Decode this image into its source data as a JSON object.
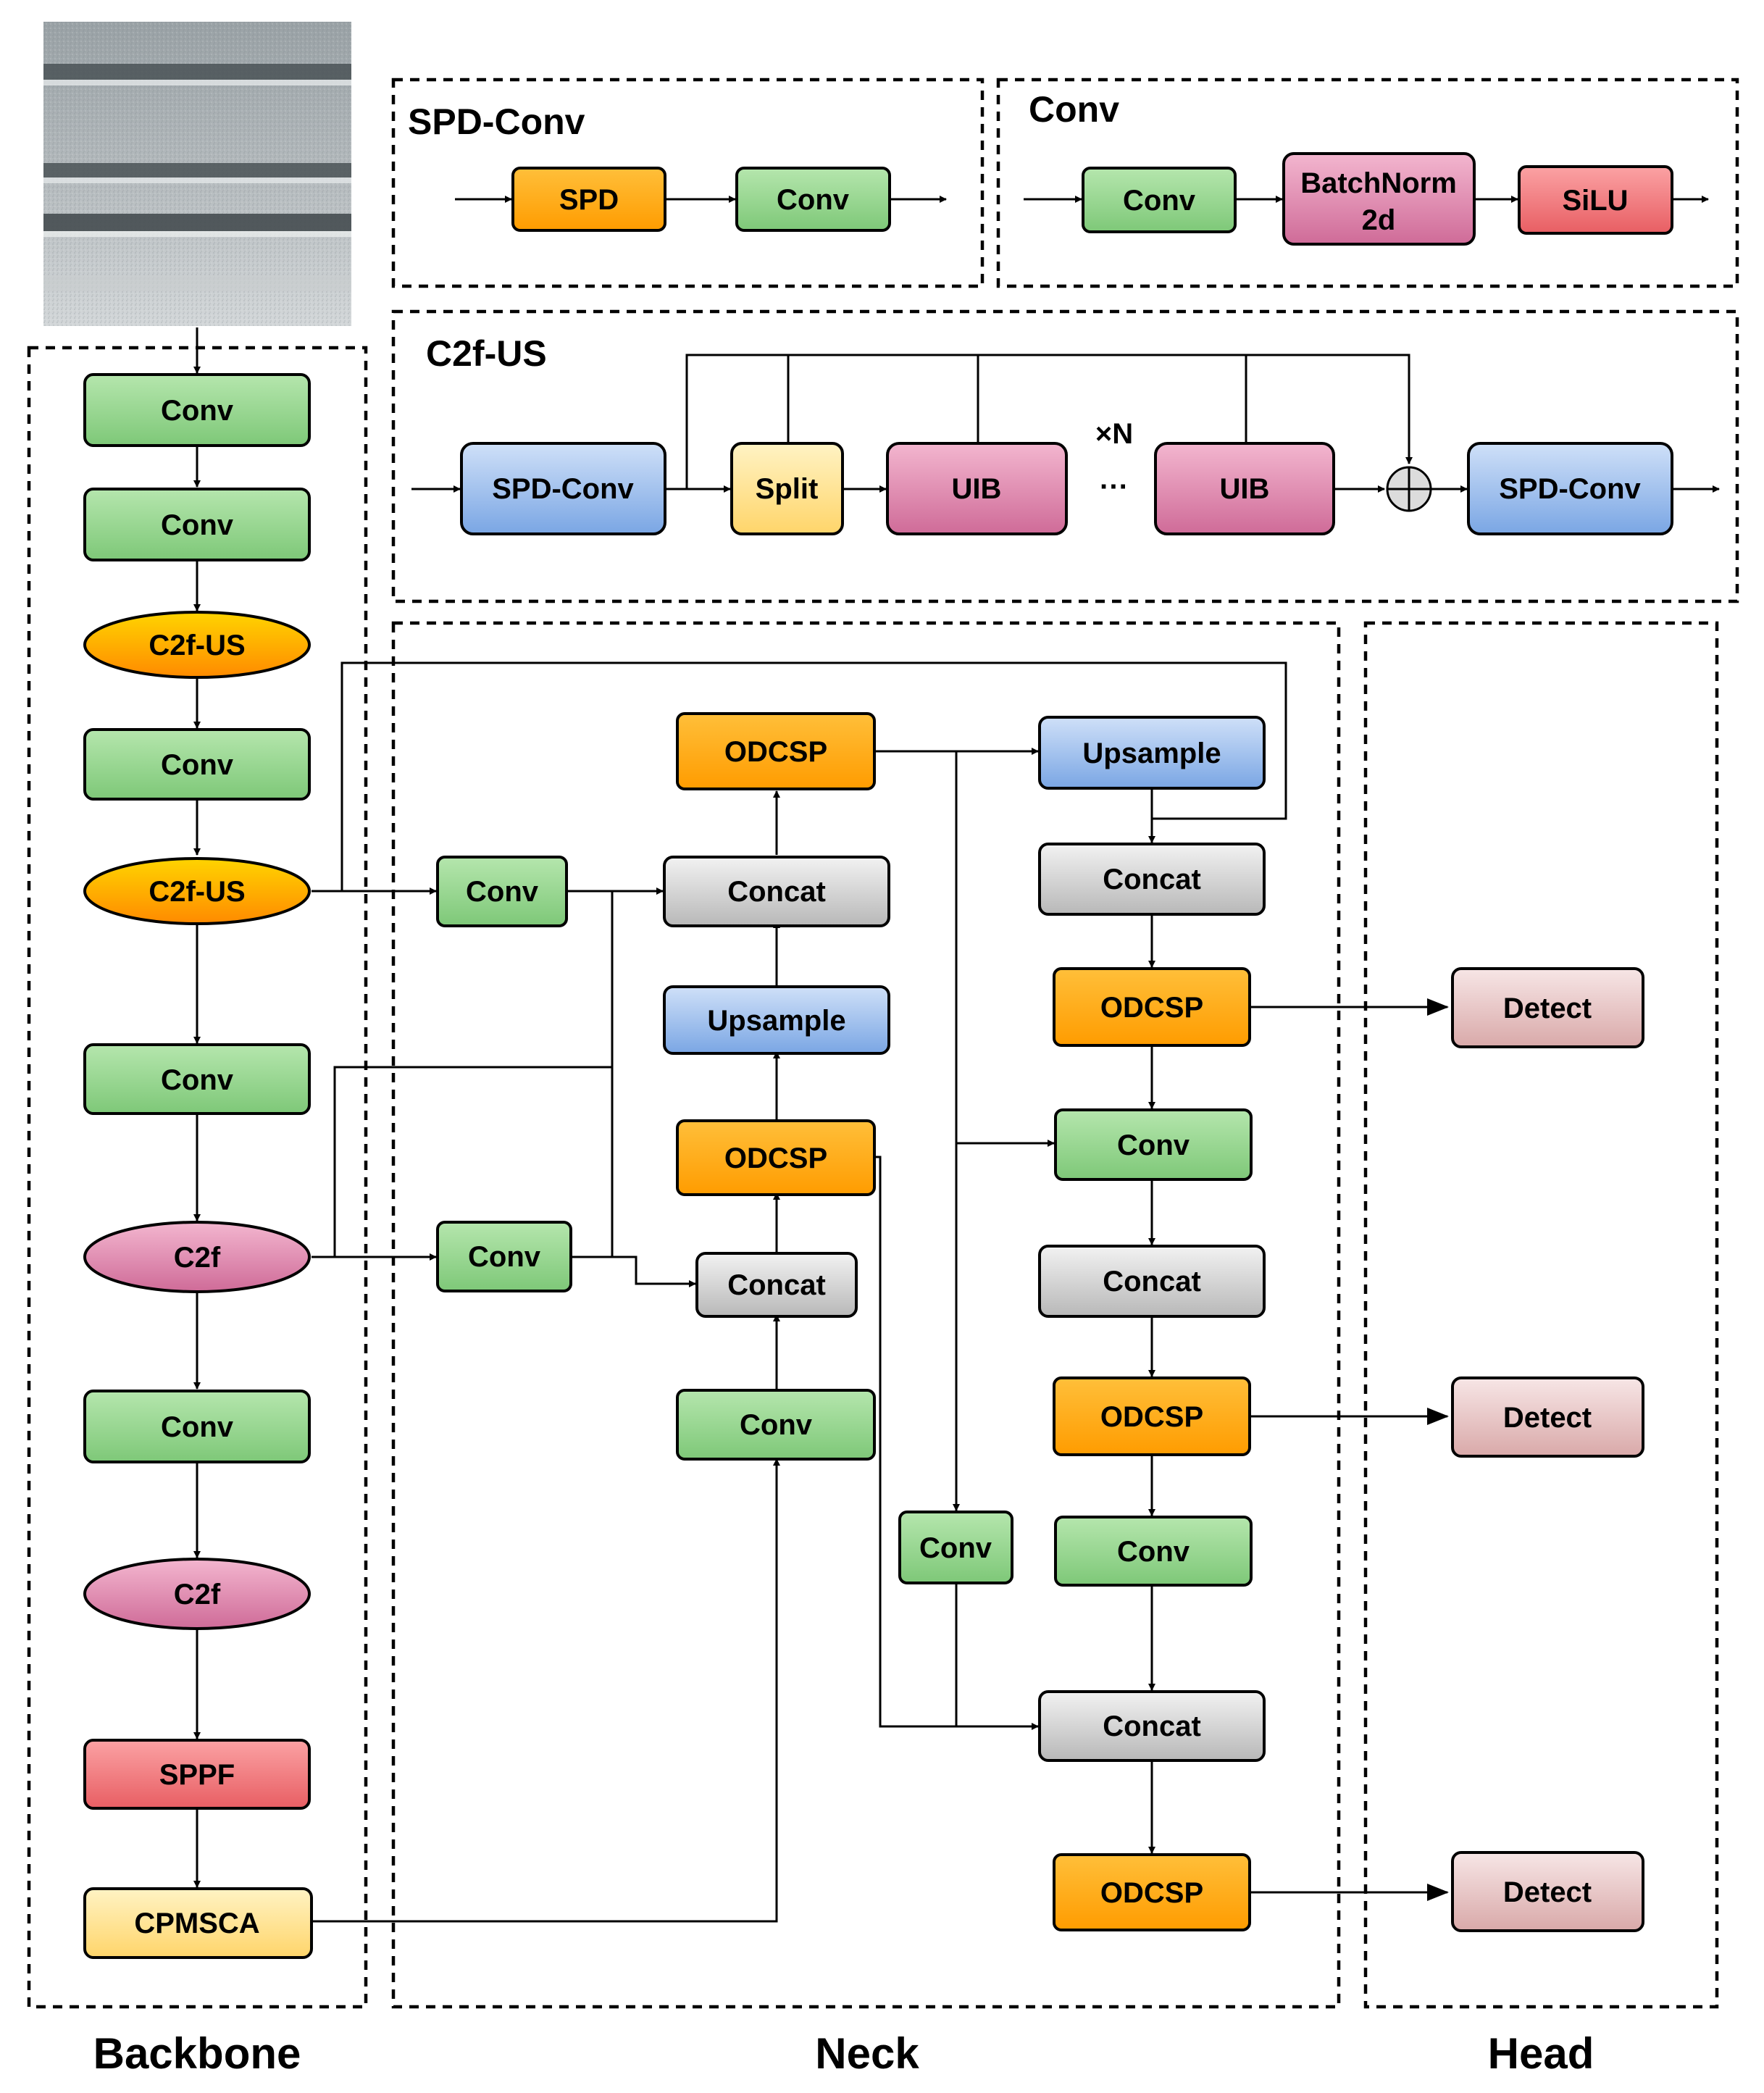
{
  "sections": {
    "backbone": "Backbone",
    "neck": "Neck",
    "head": "Head"
  },
  "modules": {
    "spdconv_title": "SPD-Conv",
    "conv_title": "Conv",
    "c2fus_title": "C2f-US"
  },
  "labels": {
    "conv": "Conv",
    "c2fus": "C2f-US",
    "c2f": "C2f",
    "sppf": "SPPF",
    "cpmsca": "CPMSCA",
    "spd": "SPD",
    "batchnorm_line1": "BatchNorm",
    "batchnorm_line2": "2d",
    "silu": "SiLU",
    "spdconv": "SPD-Conv",
    "split": "Split",
    "uib": "UIB",
    "repeat": "×N",
    "ellipsis": "···",
    "odcsp": "ODCSP",
    "concat": "Concat",
    "upsample": "Upsample",
    "detect": "Detect"
  },
  "colors": {
    "green": "#8fd18a",
    "orange": "#ffa500",
    "pink": "#d87aa6",
    "red": "#ee6a6e",
    "yellow": "#ffe08a",
    "blue": "#8eb4ea",
    "gray": "#cfcfcf",
    "rose": "#e2c0c0",
    "steel_top": "#9aa2a6",
    "steel_bottom": "#d3d7d9"
  },
  "input_image": "steel strip surface photograph"
}
